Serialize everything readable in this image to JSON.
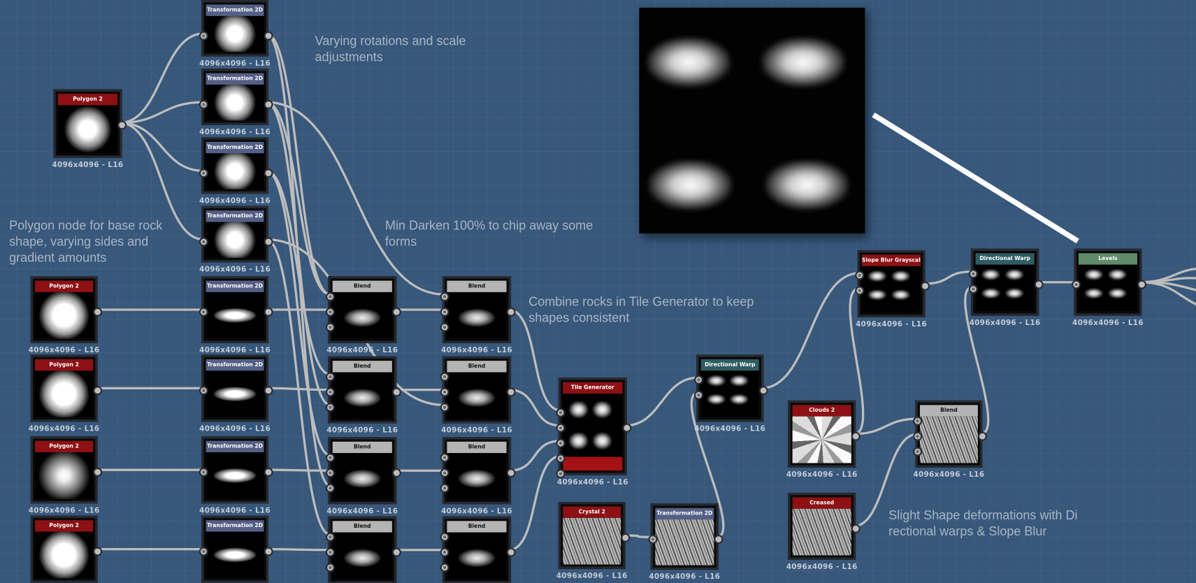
{
  "colors": {
    "generator": "#8d1114",
    "transform": "#535f85",
    "blend": "#b4b4b4",
    "warp": "#2e5c62",
    "levels": "#5f8b6a"
  },
  "resolution_label": "4096x4096 - L16",
  "nodes": [
    {
      "id": "poly_top",
      "title": "Polygon 2",
      "type": "generator",
      "thumb": "polygon"
    },
    {
      "id": "t0",
      "title": "Transformation 2D",
      "type": "transform",
      "thumb": "polygon"
    },
    {
      "id": "t1",
      "title": "Transformation 2D",
      "type": "transform",
      "thumb": "polygon"
    },
    {
      "id": "t2",
      "title": "Transformation 2D",
      "type": "transform",
      "thumb": "polygon"
    },
    {
      "id": "t3",
      "title": "Transformation 2D",
      "type": "transform",
      "thumb": "polygon"
    },
    {
      "id": "p0",
      "title": "Polygon 2",
      "type": "generator",
      "thumb": "hex"
    },
    {
      "id": "p1",
      "title": "Polygon 2",
      "type": "generator",
      "thumb": "hex"
    },
    {
      "id": "p2",
      "title": "Polygon 2",
      "type": "generator",
      "thumb": "round"
    },
    {
      "id": "p3",
      "title": "Polygon 2",
      "type": "generator",
      "thumb": "hex"
    },
    {
      "id": "t4",
      "title": "Transformation 2D",
      "type": "transform",
      "thumb": "flat"
    },
    {
      "id": "t5",
      "title": "Transformation 2D",
      "type": "transform",
      "thumb": "flat"
    },
    {
      "id": "t6",
      "title": "Transformation 2D",
      "type": "transform",
      "thumb": "flat"
    },
    {
      "id": "t7",
      "title": "Transformation 2D",
      "type": "transform",
      "thumb": "flat"
    },
    {
      "id": "b0",
      "title": "Blend",
      "type": "blend",
      "thumb": "rock"
    },
    {
      "id": "b1",
      "title": "Blend",
      "type": "blend",
      "thumb": "rock"
    },
    {
      "id": "b2",
      "title": "Blend",
      "type": "blend",
      "thumb": "rock"
    },
    {
      "id": "b3",
      "title": "Blend",
      "type": "blend",
      "thumb": "rock"
    },
    {
      "id": "c0",
      "title": "Blend",
      "type": "blend",
      "thumb": "rock"
    },
    {
      "id": "c1",
      "title": "Blend",
      "type": "blend",
      "thumb": "rock"
    },
    {
      "id": "c2",
      "title": "Blend",
      "type": "blend",
      "thumb": "rock"
    },
    {
      "id": "c3",
      "title": "Blend",
      "type": "blend",
      "thumb": "rock"
    },
    {
      "id": "tile",
      "title": "Tile Generator",
      "type": "generator",
      "thumb": "four"
    },
    {
      "id": "dw1",
      "title": "Directional Warp",
      "type": "warp",
      "thumb": "four"
    },
    {
      "id": "crystal",
      "title": "Crystal 2",
      "type": "generator",
      "thumb": "fiber"
    },
    {
      "id": "t8",
      "title": "Transformation 2D",
      "type": "transform",
      "thumb": "fiber"
    },
    {
      "id": "clouds",
      "title": "Clouds 2",
      "type": "generator",
      "thumb": "noise"
    },
    {
      "id": "creased",
      "title": "Creased",
      "type": "generator",
      "thumb": "fiber"
    },
    {
      "id": "blendR",
      "title": "Blend",
      "type": "blend",
      "thumb": "fiber"
    },
    {
      "id": "slope",
      "title": "Slope Blur Grayscale",
      "type": "generator",
      "thumb": "four"
    },
    {
      "id": "dw2",
      "title": "Directional Warp",
      "type": "warp",
      "thumb": "four"
    },
    {
      "id": "levels",
      "title": "Levels",
      "type": "levels",
      "thumb": "four"
    }
  ],
  "notes": [
    {
      "id": "rotations",
      "text": "Varying rotations and scale adjustments"
    },
    {
      "id": "min_darken",
      "text": "Min Darken 100% to chip away some forms"
    },
    {
      "id": "polygon_base",
      "text": "Polygon node for base rock shape, varying sides and gradient amounts"
    },
    {
      "id": "tile_combine",
      "text": "Combine rocks in Tile Generator to keep shapes consistent"
    },
    {
      "id": "deform",
      "text": "Slight Shape deformations with Di rectional warps & Slope Blur"
    }
  ]
}
